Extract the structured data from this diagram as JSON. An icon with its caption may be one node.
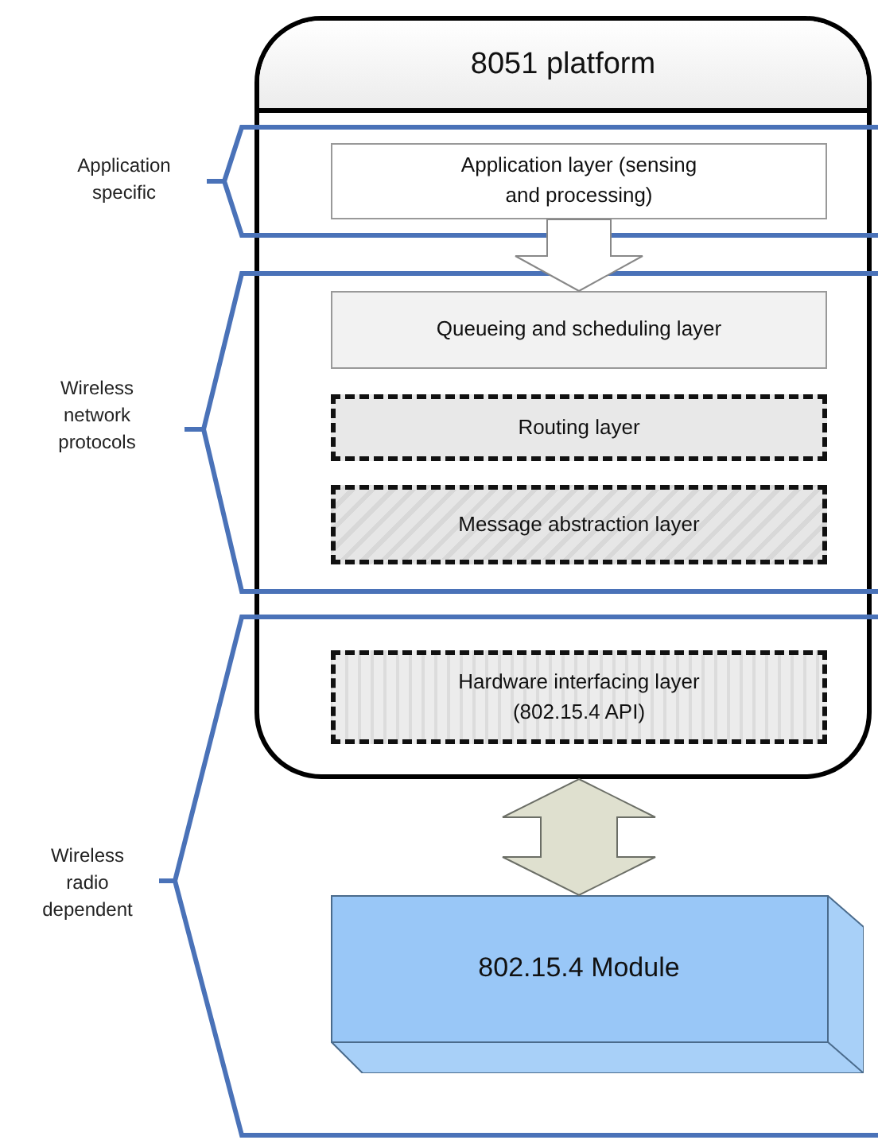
{
  "diagram": {
    "nodes": [
      {
        "text": [
          "8051 platform"
        ]
      },
      {
        "text": [
          "Application layer (sensing and processing)"
        ],
        "in": 0
      },
      {
        "text": [
          "Queueing and scheduling layer"
        ],
        "in": 0
      },
      {
        "text": [
          "Routing layer"
        ],
        "in": 0
      },
      {
        "text": [
          "Message abstraction layer"
        ],
        "in": 0
      },
      {
        "text": [
          "Hardware interfacing layer (802.15.4 API)"
        ],
        "in": 0
      },
      {
        "text": [
          "802.15.4 Module"
        ]
      }
    ],
    "edges": [
      {
        "from": 1,
        "to": 2,
        "arrow": "to"
      },
      {
        "from": 5,
        "to": 6,
        "arrow": "both"
      }
    ],
    "labels": [
      "Application specific",
      "Wireless network protocols",
      "Wireless radio dependent"
    ]
  }
}
